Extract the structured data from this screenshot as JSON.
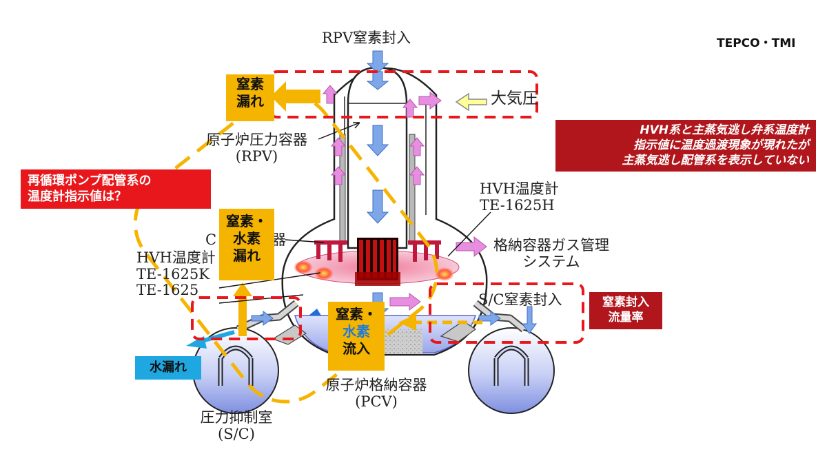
{
  "credit": "TEPCO・TMI",
  "labels": {
    "rpv_n2_injection": "RPV窒素封入",
    "atmospheric": "大気圧",
    "rpv_name": "原子炉圧力容器",
    "rpv_abbr": "(RPV)",
    "hvh_temp_h_1": "HVH温度計",
    "hvh_temp_h_2": "TE-1625H",
    "c_partial": "C",
    "c_partial_suffix": "器",
    "hvh_temp_k_1": "HVH温度計",
    "hvh_temp_k_2": "TE-1625K",
    "hvh_temp_j_2": "TE-1625",
    "pcv_gas_1": "格納容器ガス管理",
    "pcv_gas_2": "システム",
    "sc_n2_injection": "S/C窒素封入",
    "pcv_name": "原子炉格納容器",
    "pcv_abbr": "(PCV)",
    "sc_name": "圧力抑制室",
    "sc_abbr": "(S/C)"
  },
  "callouts": {
    "n2_leak_1": "窒素",
    "n2_leak_2": "漏れ",
    "n2h2_leak_1": "窒素・",
    "n2h2_leak_2": "水素",
    "n2h2_leak_3": "漏れ",
    "n2h2_in_1": "窒素・",
    "n2h2_in_2": "水素",
    "n2h2_in_3": "流入",
    "water_leak": "水漏れ",
    "recirc_1": "再循環ポンプ配管系の",
    "recirc_2": "温度計指示値は？",
    "hvh_note_1": "HVH系と主蒸気逃し弁系温度計",
    "hvh_note_2": "指示値に温度過渡現象が現れたが",
    "hvh_note_3": "主蒸気逃し配管系を表示していない",
    "n2_flow_1": "窒素封入",
    "n2_flow_2": "流量率"
  },
  "colors": {
    "orange": "#f5b400",
    "red": "#e8171b",
    "dark_red": "#b0161c",
    "cyan": "#1ea7e1",
    "flow_blue": "#7da7e8",
    "flow_pink": "#e88ee0",
    "pale_yellow": "#ffff99"
  }
}
